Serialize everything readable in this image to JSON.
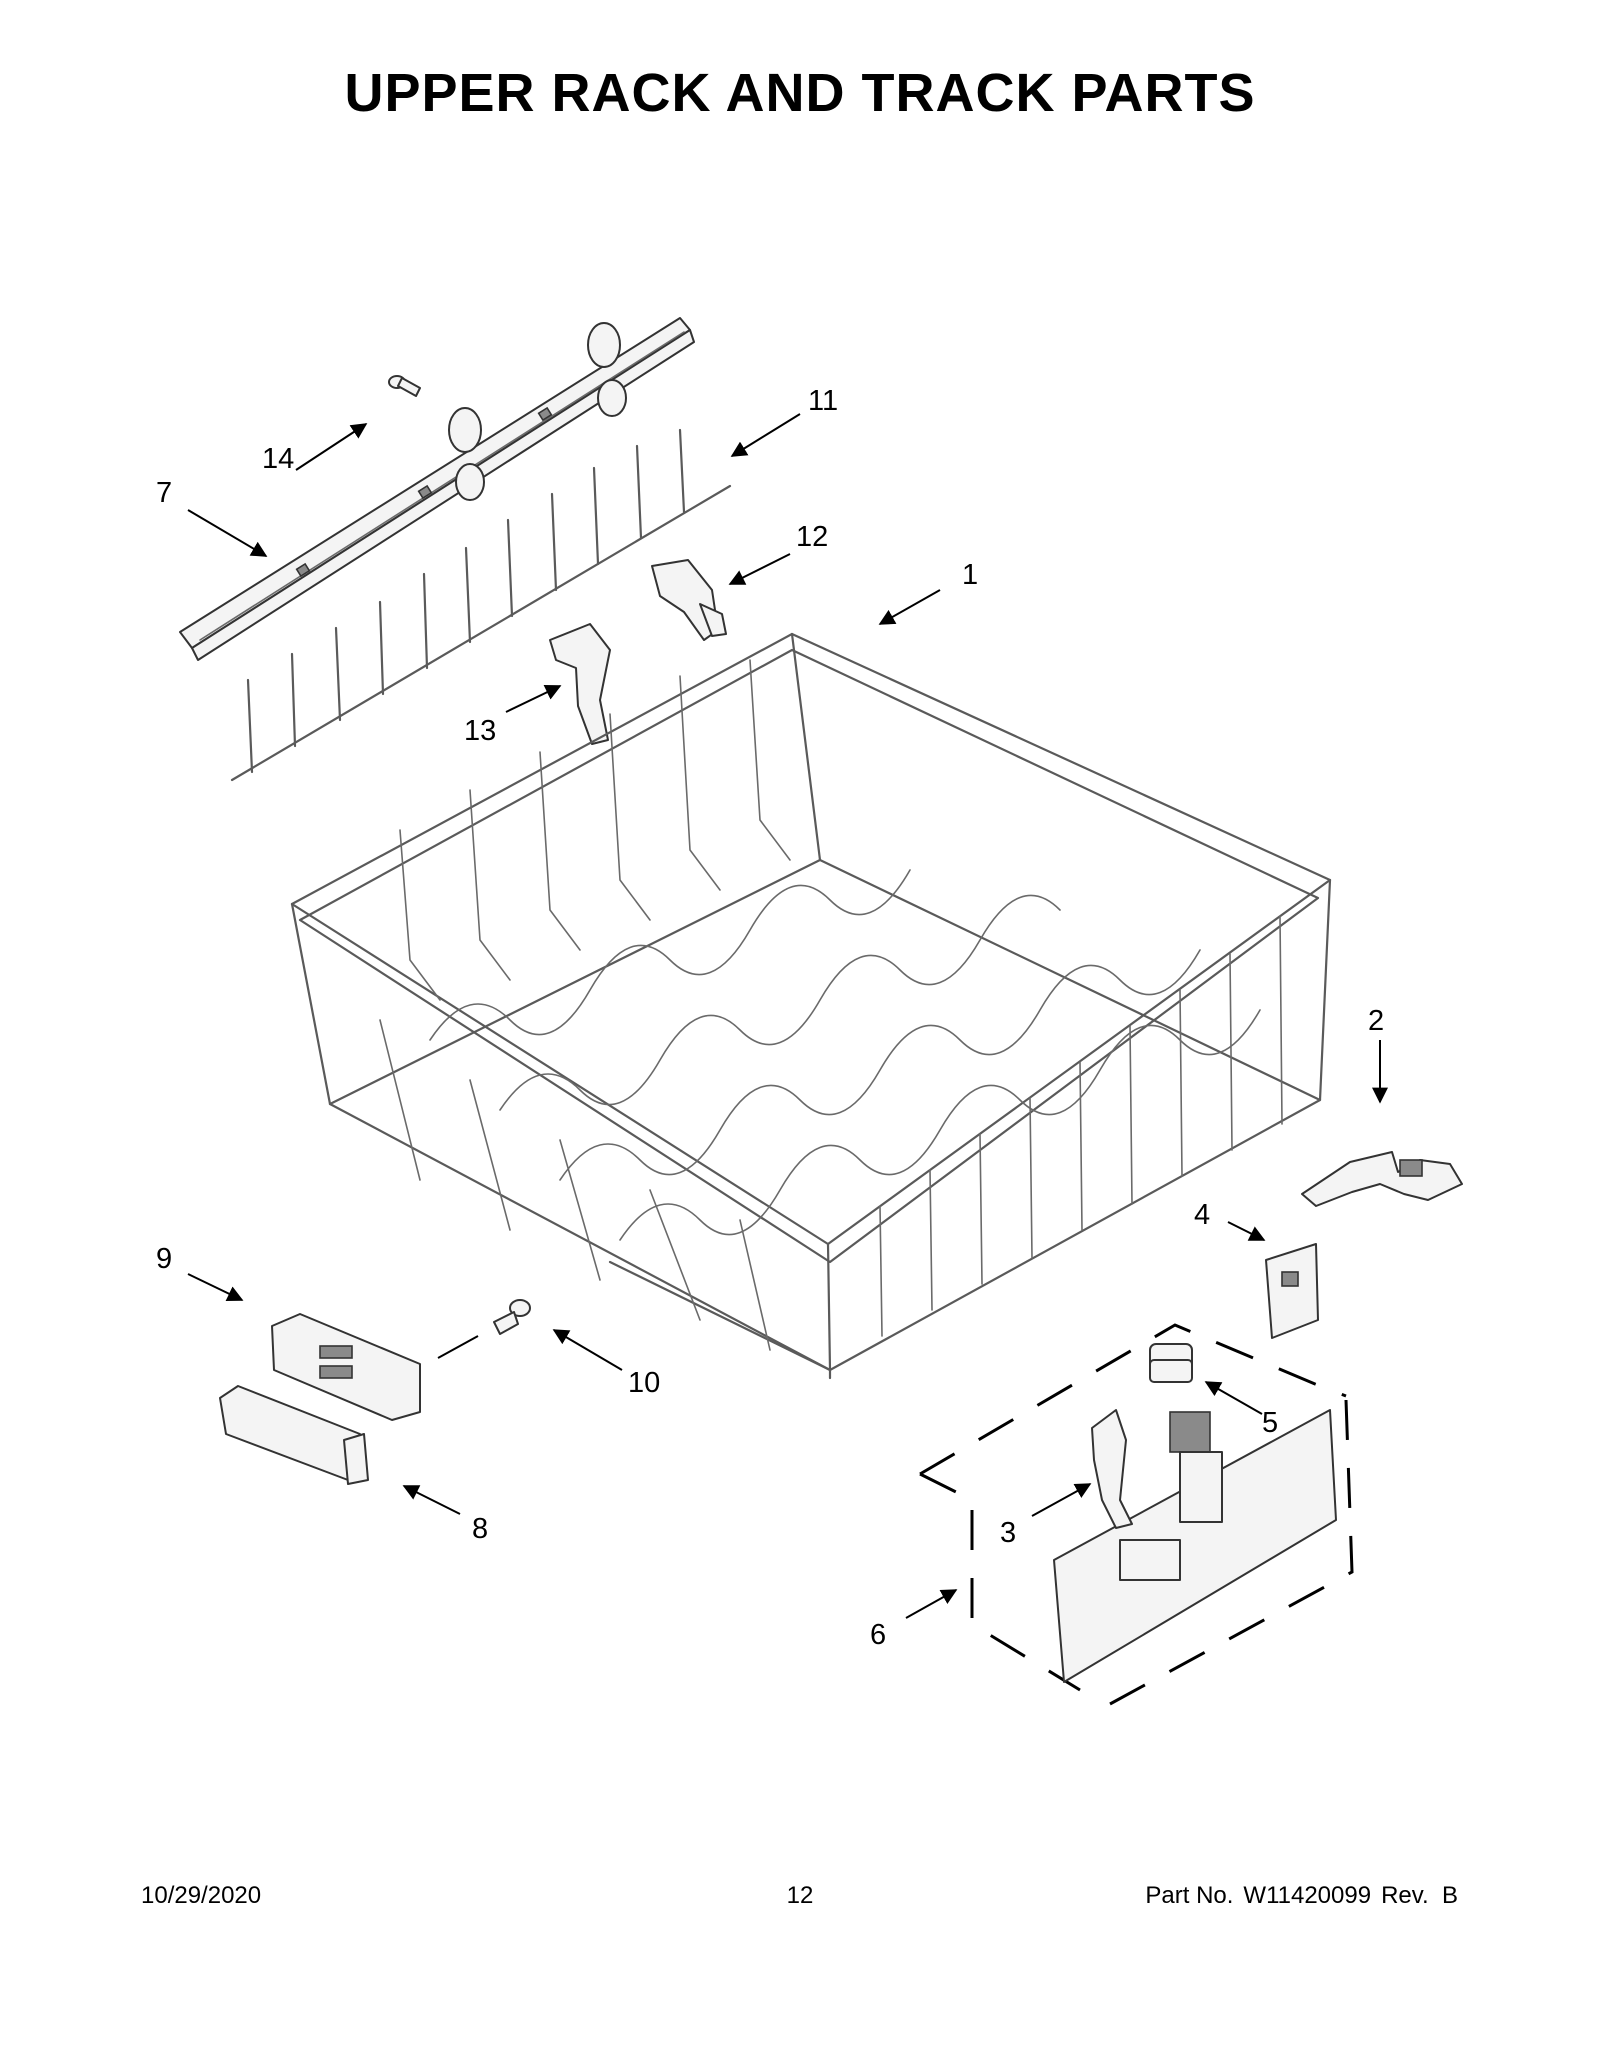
{
  "title": "UPPER RACK AND TRACK PARTS",
  "callouts": {
    "c1": "1",
    "c2": "2",
    "c3": "3",
    "c4": "4",
    "c5": "5",
    "c6": "6",
    "c7": "7",
    "c8": "8",
    "c9": "9",
    "c10": "10",
    "c11": "11",
    "c12": "12",
    "c13": "13",
    "c14": "14"
  },
  "footer": {
    "date": "10/29/2020",
    "page": "12",
    "part_label": "Part No.",
    "part_number": "W11420099",
    "revision": "Rev.  B"
  }
}
